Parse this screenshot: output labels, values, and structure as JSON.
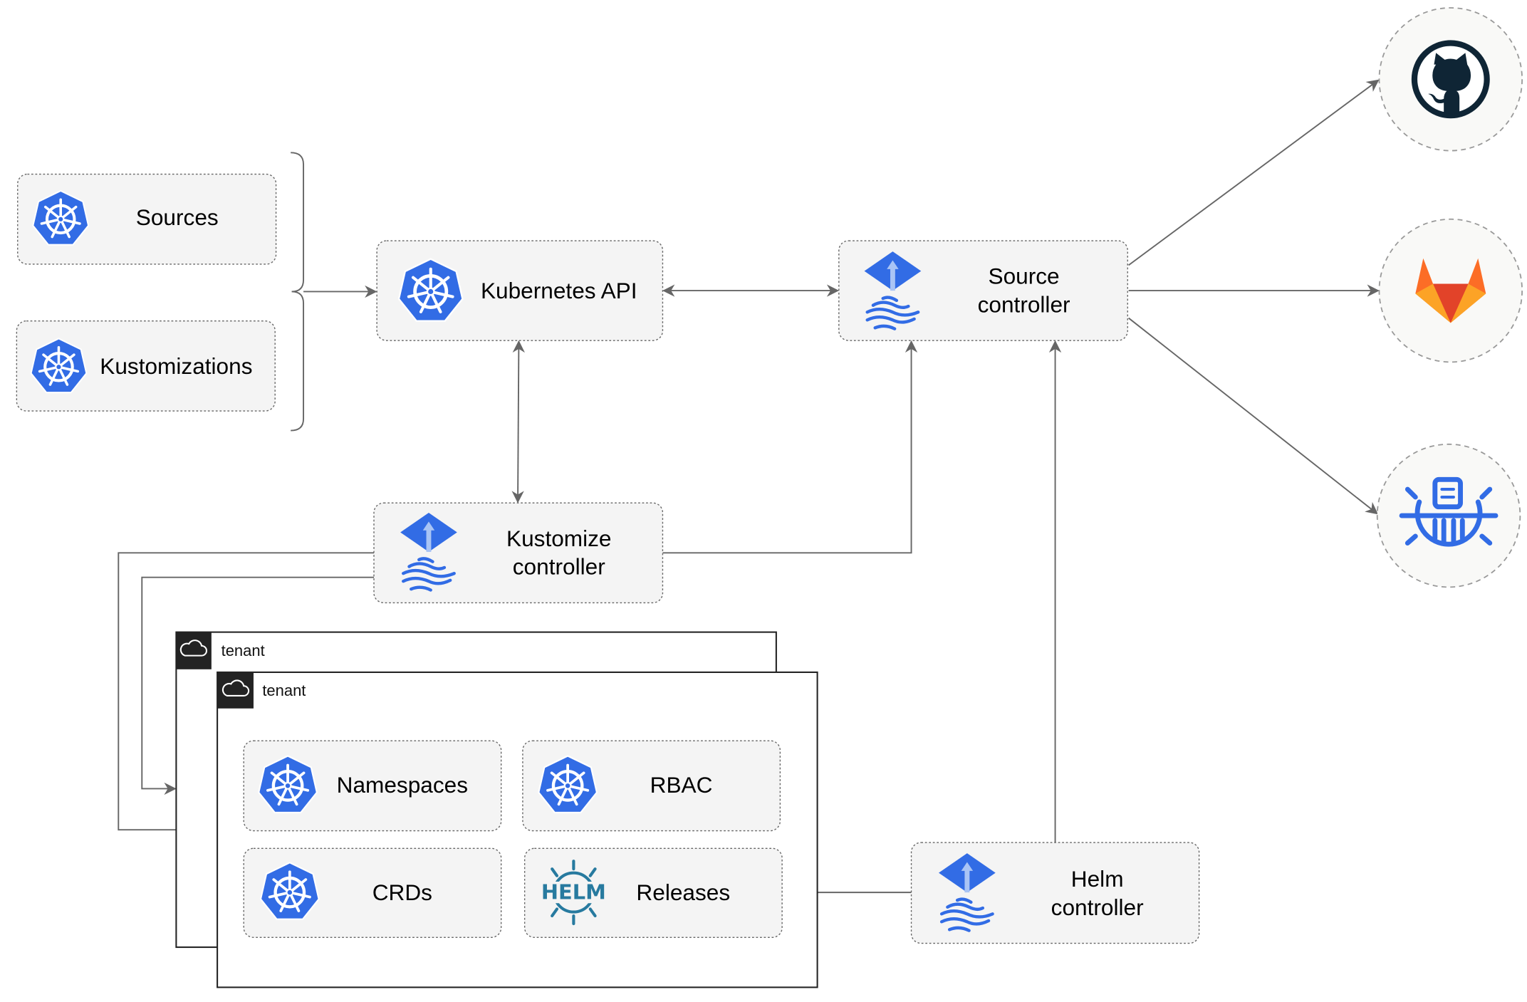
{
  "colors": {
    "kubernetes_blue": "#326ce5",
    "edge": "#666666",
    "box_fill": "#f4f4f4",
    "github": "#0f2535",
    "gitlab_orange": "#e24329",
    "gitlab_light": "#fca326",
    "helm": "#277a9f"
  },
  "nodes": {
    "sources": {
      "label": "Sources",
      "icon": "kubernetes-icon"
    },
    "kustomizations": {
      "label": "Kustomizations",
      "icon": "kubernetes-icon"
    },
    "kubernetes_api": {
      "label": "Kubernetes API",
      "icon": "kubernetes-icon"
    },
    "source_controller": {
      "line1": "Source",
      "line2": "controller",
      "icon": "flux-icon"
    },
    "kustomize_controller": {
      "line1": "Kustomize",
      "line2": "controller",
      "icon": "flux-icon"
    },
    "helm_controller": {
      "line1": "Helm",
      "line2": "controller",
      "icon": "flux-icon"
    },
    "namespaces": {
      "label": "Namespaces",
      "icon": "kubernetes-icon"
    },
    "rbac": {
      "label": "RBAC",
      "icon": "kubernetes-icon"
    },
    "crds": {
      "label": "CRDs",
      "icon": "kubernetes-icon"
    },
    "releases": {
      "label": "Releases",
      "icon": "helm-icon",
      "icon_text": "HELM"
    }
  },
  "tenants": [
    {
      "label": "tenant",
      "icon": "cloud-icon"
    },
    {
      "label": "tenant",
      "icon": "cloud-icon"
    }
  ],
  "external_sources": [
    {
      "icon": "github-icon"
    },
    {
      "icon": "gitlab-icon"
    },
    {
      "icon": "helm-repository-icon"
    }
  ]
}
